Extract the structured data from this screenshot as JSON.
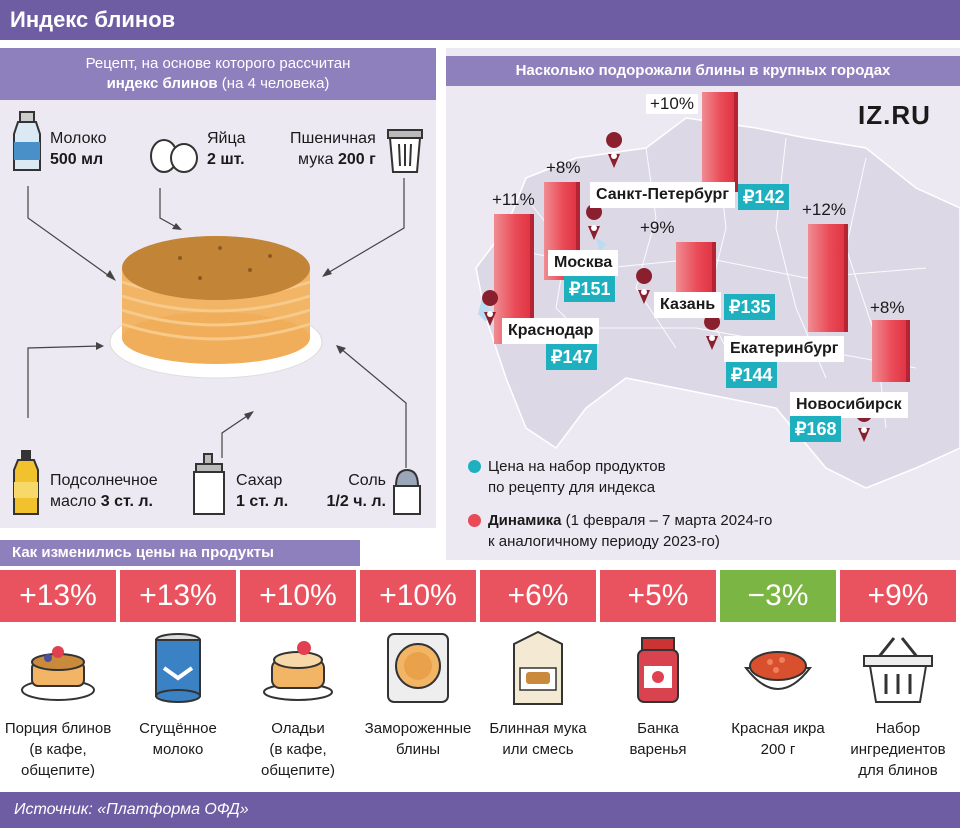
{
  "title": "Индекс блинов",
  "recipe": {
    "header_line1": "Рецепт, на основе которого рассчитан",
    "header_line2_bold": "индекс блинов",
    "header_line2_rest": " (на 4 человека)",
    "milk": {
      "name": "Молоко",
      "amount": "500 мл",
      "icon": "milk-bottle-icon"
    },
    "eggs": {
      "name": "Яйца",
      "amount": "2 шт.",
      "icon": "eggs-icon"
    },
    "flour": {
      "name": "Пшеничная",
      "name2": "мука",
      "amount": "200 г",
      "icon": "flour-jar-icon"
    },
    "oil": {
      "name": "Подсолнечное",
      "name2": "масло",
      "amount": "3 ст. л.",
      "icon": "oil-bottle-icon"
    },
    "sugar": {
      "name": "Сахар",
      "amount": "1 ст. л.",
      "icon": "sugar-dispenser-icon"
    },
    "salt": {
      "name": "Соль",
      "amount": "1/2 ч. л.",
      "icon": "salt-shaker-icon"
    }
  },
  "map": {
    "header": "Насколько подорожали блины в крупных городах",
    "logo": "IZ.RU",
    "cities": [
      {
        "name": "Санкт-Петербург",
        "price": "₽142",
        "change": "+10%"
      },
      {
        "name": "Москва",
        "price": "₽151",
        "change": "+8%"
      },
      {
        "name": "Краснодар",
        "price": "₽147",
        "change": "+11%"
      },
      {
        "name": "Казань",
        "price": "₽135",
        "change": "+9%"
      },
      {
        "name": "Екатеринбург",
        "price": "₽144",
        "change": "+12%"
      },
      {
        "name": "Новосибирск",
        "price": "₽168",
        "change": "+8%"
      }
    ],
    "legend": {
      "price_line1": "Цена на набор продуктов",
      "price_line2": "по рецепту для индекса",
      "dyn_bold": "Динамика",
      "dyn_rest": " (1 февраля – 7 марта 2024-го",
      "dyn_line2": "к аналогичному периоду 2023-го)",
      "price_color": "#1fb0bf",
      "dyn_color": "#e84a57"
    }
  },
  "changes": {
    "header": "Как изменились цены на продукты",
    "products": [
      {
        "pct": "+13%",
        "line1": "Порция блинов",
        "line2": "(в кафе,",
        "line3": "общепите)",
        "color": "#e9535f",
        "icon": "pancake-plate-icon"
      },
      {
        "pct": "+13%",
        "line1": "Сгущённое",
        "line2": "молоко",
        "line3": "",
        "color": "#e9535f",
        "icon": "condensed-milk-can-icon"
      },
      {
        "pct": "+10%",
        "line1": "Оладьи",
        "line2": "(в кафе,",
        "line3": "общепите)",
        "color": "#e9535f",
        "icon": "fritters-plate-icon"
      },
      {
        "pct": "+10%",
        "line1": "Замороженные",
        "line2": "блины",
        "line3": "",
        "color": "#e9535f",
        "icon": "frozen-pancakes-pack-icon"
      },
      {
        "pct": "+6%",
        "line1": "Блинная мука",
        "line2": "или смесь",
        "line3": "",
        "color": "#e9535f",
        "icon": "pancake-mix-box-icon"
      },
      {
        "pct": "+5%",
        "line1": "Банка",
        "line2": "варенья",
        "line3": "",
        "color": "#e9535f",
        "icon": "jam-jar-icon"
      },
      {
        "pct": "−3%",
        "line1": "Красная икра",
        "line2": "200 г",
        "line3": "",
        "color": "#7bb544",
        "icon": "red-caviar-bowl-icon"
      },
      {
        "pct": "+9%",
        "line1": "Набор",
        "line2": "ингредиентов",
        "line3": "для блинов",
        "color": "#e9535f",
        "icon": "shopping-basket-icon"
      }
    ]
  },
  "footer": "Источник: «Платформа ОФД»"
}
